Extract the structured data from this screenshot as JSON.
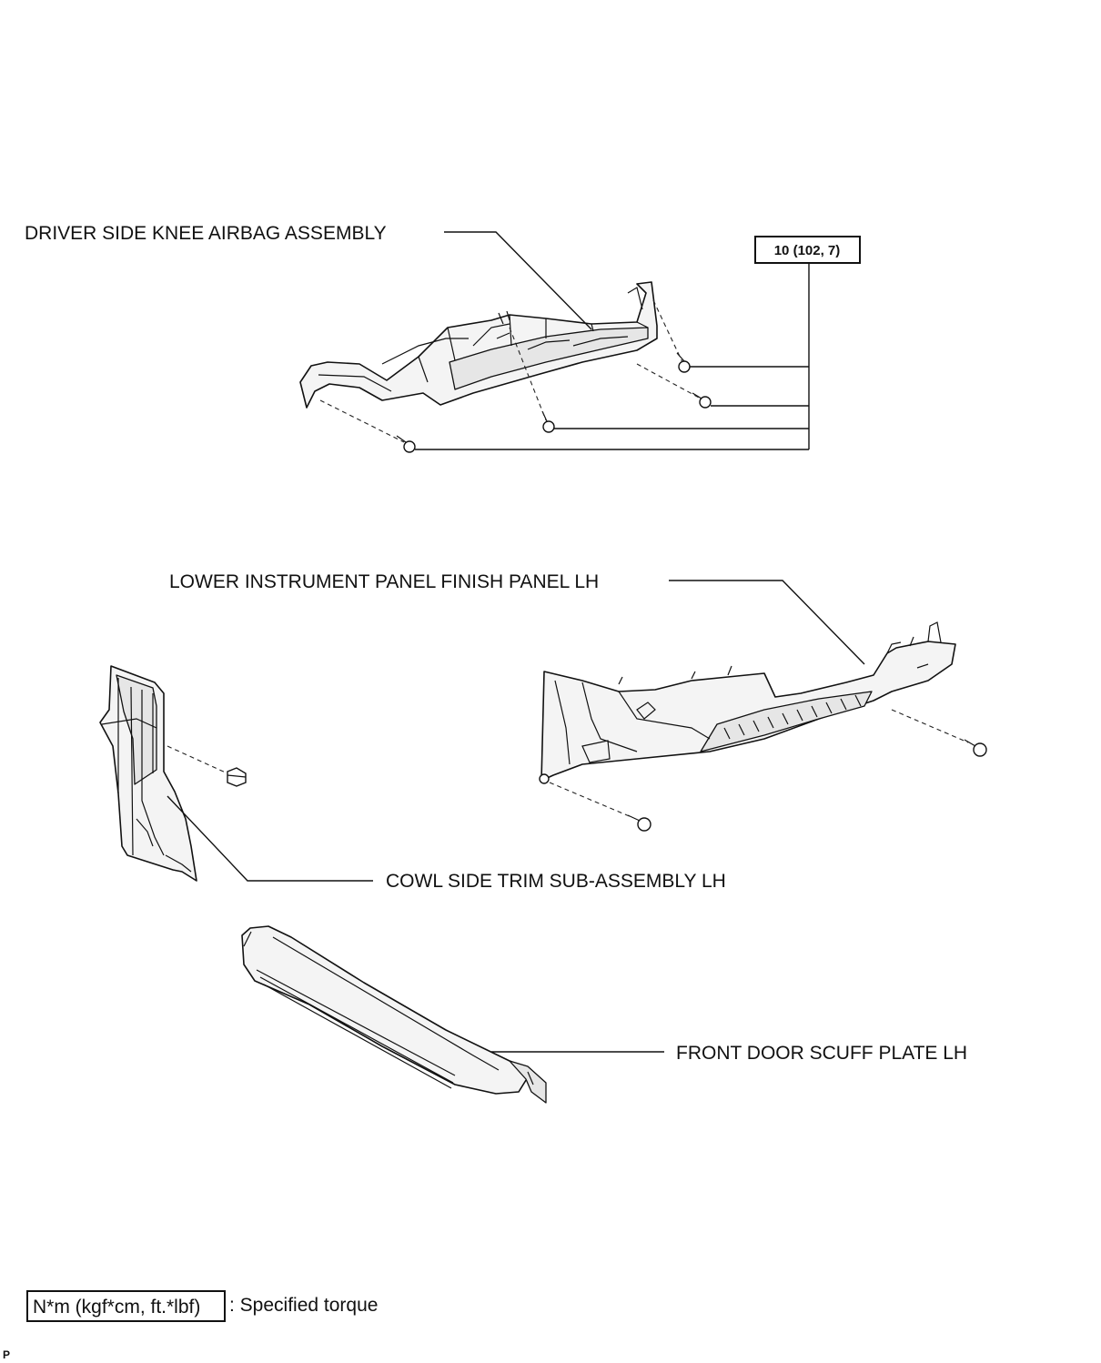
{
  "labels": {
    "knee_airbag": "DRIVER SIDE KNEE AIRBAG ASSEMBLY",
    "finish_panel": "LOWER INSTRUMENT PANEL FINISH PANEL LH",
    "cowl_trim": "COWL SIDE TRIM SUB-ASSEMBLY LH",
    "scuff_plate": "FRONT DOOR SCUFF PLATE LH"
  },
  "torque": {
    "value": "10 (102, 7)"
  },
  "legend": {
    "box_text": "N*m (kgf*cm, ft.*lbf)",
    "description": ": Specified torque"
  },
  "corner_mark": "P",
  "icons": [
    "bolt-icon",
    "clip-icon"
  ],
  "colors": {
    "line": "#111111",
    "background": "#ffffff"
  }
}
